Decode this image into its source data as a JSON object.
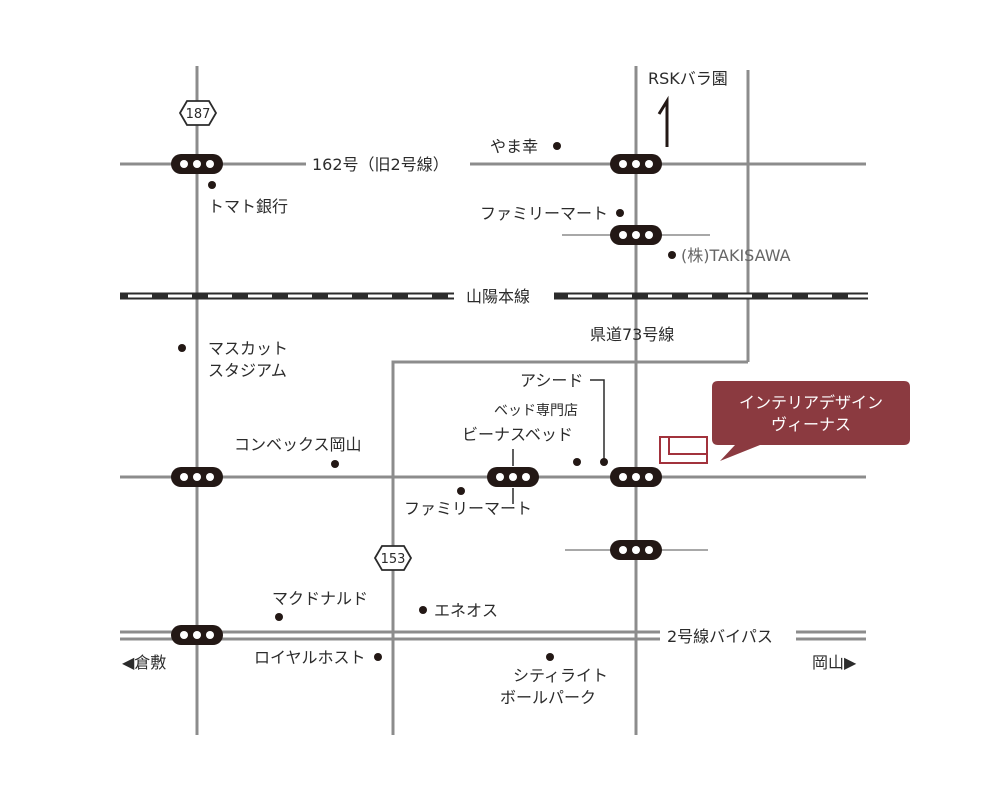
{
  "colors": {
    "road": "#8c8c8c",
    "rail": "#2b2b2b",
    "signal": "#231815",
    "text": "#2b2b2b",
    "callout": "#8b3a40",
    "destination_marker": "#a2323c"
  },
  "roads": {
    "route162": "162号（旧2号線）",
    "railway": "山陽本線",
    "pref73": "県道73号線",
    "bypass": "2号線バイパス",
    "shield_187": "187",
    "shield_153": "153"
  },
  "directions": {
    "north": "RSKバラ園",
    "west": "◀倉敷",
    "east": "岡山▶"
  },
  "places": {
    "yamako": "やま幸",
    "tomato_bank": "トマト銀行",
    "familymart_north": "ファミリーマート",
    "takisawa": "(株)TAKISAWA",
    "muscat_line1": "マスカット",
    "muscat_line2": "スタジアム",
    "aceed": "アシード",
    "venus_bed_line1": "ベッド専門店",
    "venus_bed_line2": "ビーナスベッド",
    "convex": "コンベックス岡山",
    "familymart_south": "ファミリーマート",
    "mcdonalds": "マクドナルド",
    "eneos": "エネオス",
    "royal_host": "ロイヤルホスト",
    "city_light_line1": "シティライト",
    "city_light_line2": "ボールパーク"
  },
  "destination": {
    "line1": "インテリアデザイン",
    "line2": "ヴィーナス"
  }
}
